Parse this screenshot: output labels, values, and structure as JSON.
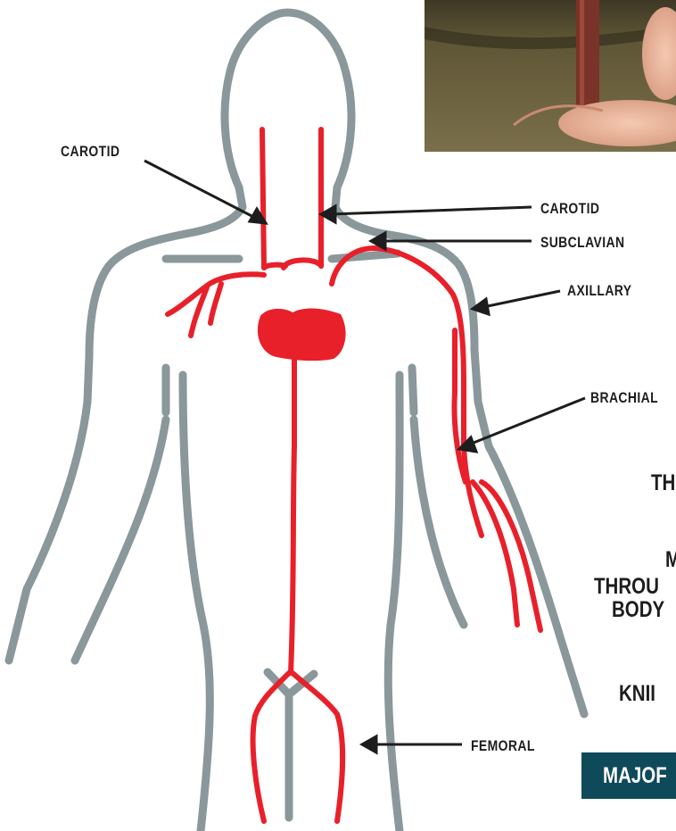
{
  "labels": {
    "carotid_left": "CAROTID",
    "carotid_right": "CAROTID",
    "subclavian": "SUBCLAVIAN",
    "axillary": "AXILLARY",
    "brachial": "BRACHIAL",
    "femoral": "FEMORAL"
  },
  "side_text": {
    "line1": "TH",
    "line2": "M",
    "line3": "THROU",
    "line4": "BODY",
    "line5": "KNII"
  },
  "banner": {
    "text": "MAJOF"
  },
  "colors": {
    "artery": "#e8202a",
    "outline": "#8a979b",
    "banner": "#0f4a5b",
    "text": "#1d1d1d"
  }
}
